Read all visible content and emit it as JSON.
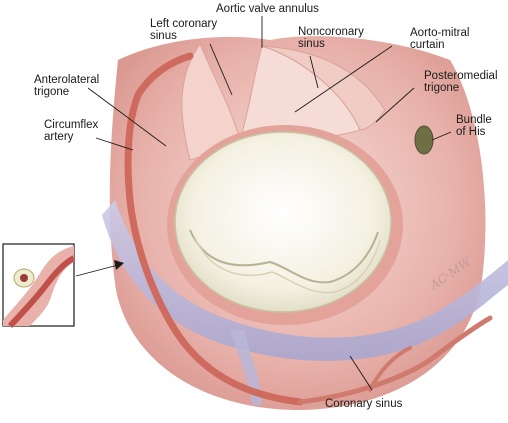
{
  "labels": {
    "left_coronary_sinus": [
      "Left coronary",
      "sinus"
    ],
    "aortic_valve_annulus": [
      "Aortic valve annulus"
    ],
    "noncoronary_sinus": [
      "Noncoronary",
      "sinus"
    ],
    "aorto_mitral_curtain": [
      "Aorto-mitral",
      "curtain"
    ],
    "anterolateral_trigone": [
      "Anterolateral",
      "trigone"
    ],
    "posteromedial_trigone": [
      "Posteromedial",
      "trigone"
    ],
    "circumflex_artery": [
      "Circumflex",
      "artery"
    ],
    "bundle_of_his": [
      "Bundle",
      "of His"
    ],
    "coronary_sinus": [
      "Coronary sinus"
    ]
  },
  "signature": "AC·MW",
  "colors": {
    "tissue": "#e4a8a2",
    "tissue_light": "#f1cfc9",
    "artery": "#cf6a5e",
    "vein": "#b9b6d8",
    "valve": "#f6f3e4",
    "valve_shadow": "#d9d5bd",
    "bundle": "#6f6f45"
  }
}
